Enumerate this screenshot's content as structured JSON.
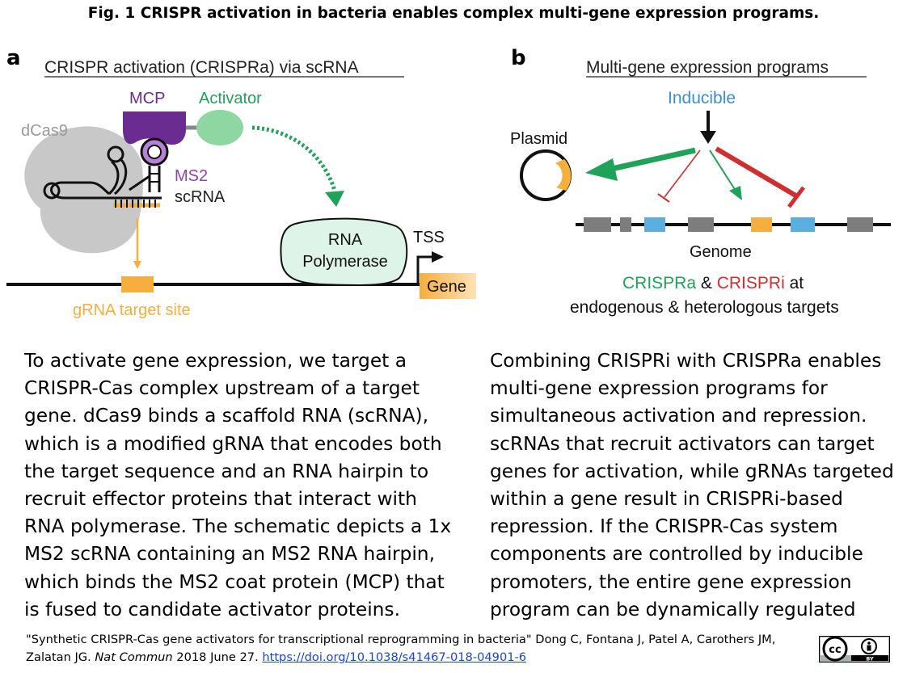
{
  "figure_title": "Fig. 1 CRISPR activation in bacteria enables complex multi-gene expression programs.",
  "panel_a": {
    "letter": "a",
    "heading": "CRISPR activation (CRISPRa) via scRNA",
    "labels": {
      "mcp": "MCP",
      "activator": "Activator",
      "dcas9": "dCas9",
      "ms2": "MS2",
      "scrna": "scRNA",
      "rna_polymerase_line1": "RNA",
      "rna_polymerase_line2": "Polymerase",
      "tss": "TSS",
      "gene": "Gene",
      "grna_target_site": "gRNA target site"
    }
  },
  "panel_b": {
    "letter": "b",
    "heading": "Multi-gene expression programs",
    "labels": {
      "inducible": "Inducible",
      "plasmid": "Plasmid",
      "genome": "Genome",
      "crispra": "CRISPRa",
      "amp": " & ",
      "crispri": "CRISPRi",
      "at": " at",
      "targets_line": "endogenous & heterologous targets"
    }
  },
  "colors": {
    "dcas9_gray": "#c8c8c8",
    "mcp_purple": "#6a2c91",
    "ms2_purple": "#8e44ad",
    "activator_green": "#8ed6a2",
    "green_arrow": "#1fa35a",
    "orange": "#f6ae3d",
    "inducible_blue": "#3b8fce",
    "crispri_red": "#d12f2f",
    "gene_box_blue": "#5aaee0",
    "gene_box_gray": "#7d7d7d",
    "polymerase_fill": "#def4e8",
    "link_blue": "#1a44d6"
  },
  "text_left": [
    "To activate gene expression, we target a",
    "CRISPR-Cas complex upstream of a target",
    "gene. dCas9 binds a scaffold RNA (scRNA),",
    "which is a modified gRNA that encodes both",
    "the target sequence and an RNA hairpin to",
    "recruit effector proteins that interact with",
    "RNA polymerase. The schematic depicts a 1x",
    "MS2 scRNA containing an MS2 RNA hairpin,",
    "which binds the MS2 coat protein (MCP) that",
    "is fused to candidate activator proteins."
  ],
  "text_right": [
    "Combining CRISPRi with CRISPRa enables",
    "multi-gene expression programs for",
    "simultaneous activation and repression.",
    "scRNAs that recruit activators can target",
    "genes for activation, while gRNAs targeted",
    "within a gene result in CRISPRi-based",
    "repression. If the CRISPR-Cas system",
    "components are controlled by inducible",
    "promoters, the entire gene expression",
    "program can be dynamically regulated"
  ],
  "citation": {
    "title": "\"Synthetic CRISPR-Cas gene activators for transcriptional reprogramming in bacteria\"",
    "authors_line1": " Dong C, Fontana J, Patel A, Carothers JM,",
    "authors_line2": "Zalatan JG. ",
    "journal": "Nat Commun",
    "date": " 2018 June 27. ",
    "doi_link": "https://doi.org/10.1038/s41467-018-04901-6"
  },
  "license_badge": {
    "icon": "cc-by-icon",
    "cc": "cc",
    "by": "BY"
  }
}
